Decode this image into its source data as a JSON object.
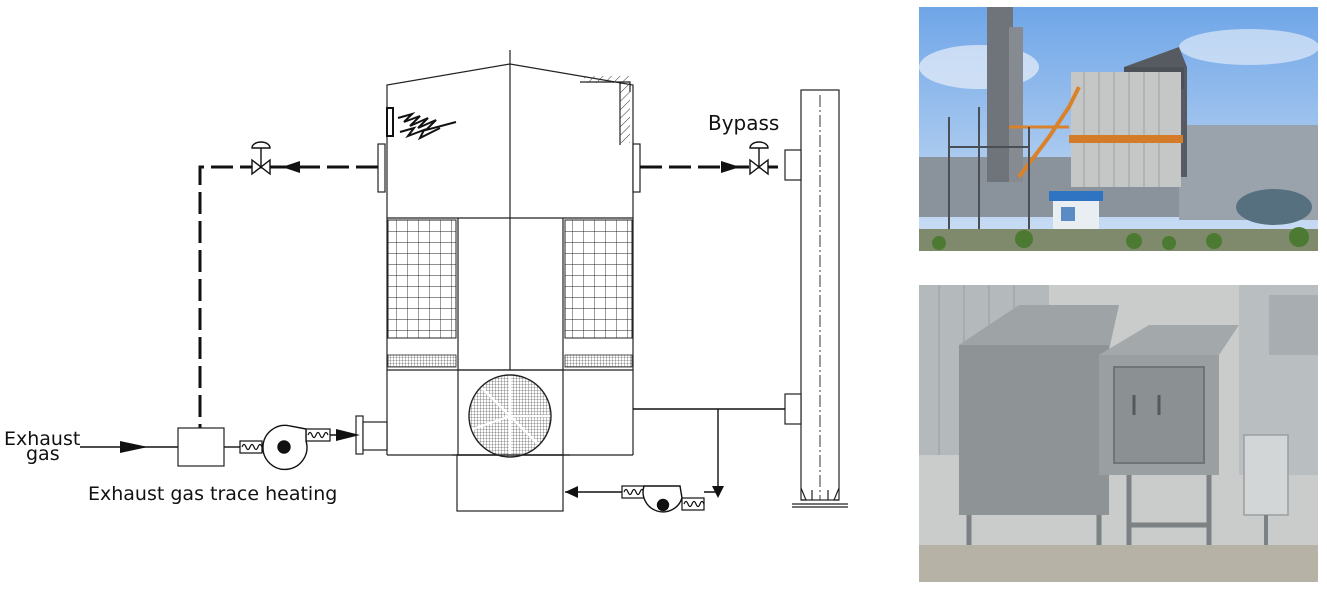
{
  "diagram": {
    "labels": {
      "exhaust_line1": "Exhaust",
      "exhaust_line2": "gas",
      "bypass": "Bypass",
      "trace_heating": "Exhaust gas trace heating"
    }
  },
  "photos": {
    "top": "installed-rto-plant-photo",
    "bottom": "rto-equipment-closeup-photo"
  }
}
